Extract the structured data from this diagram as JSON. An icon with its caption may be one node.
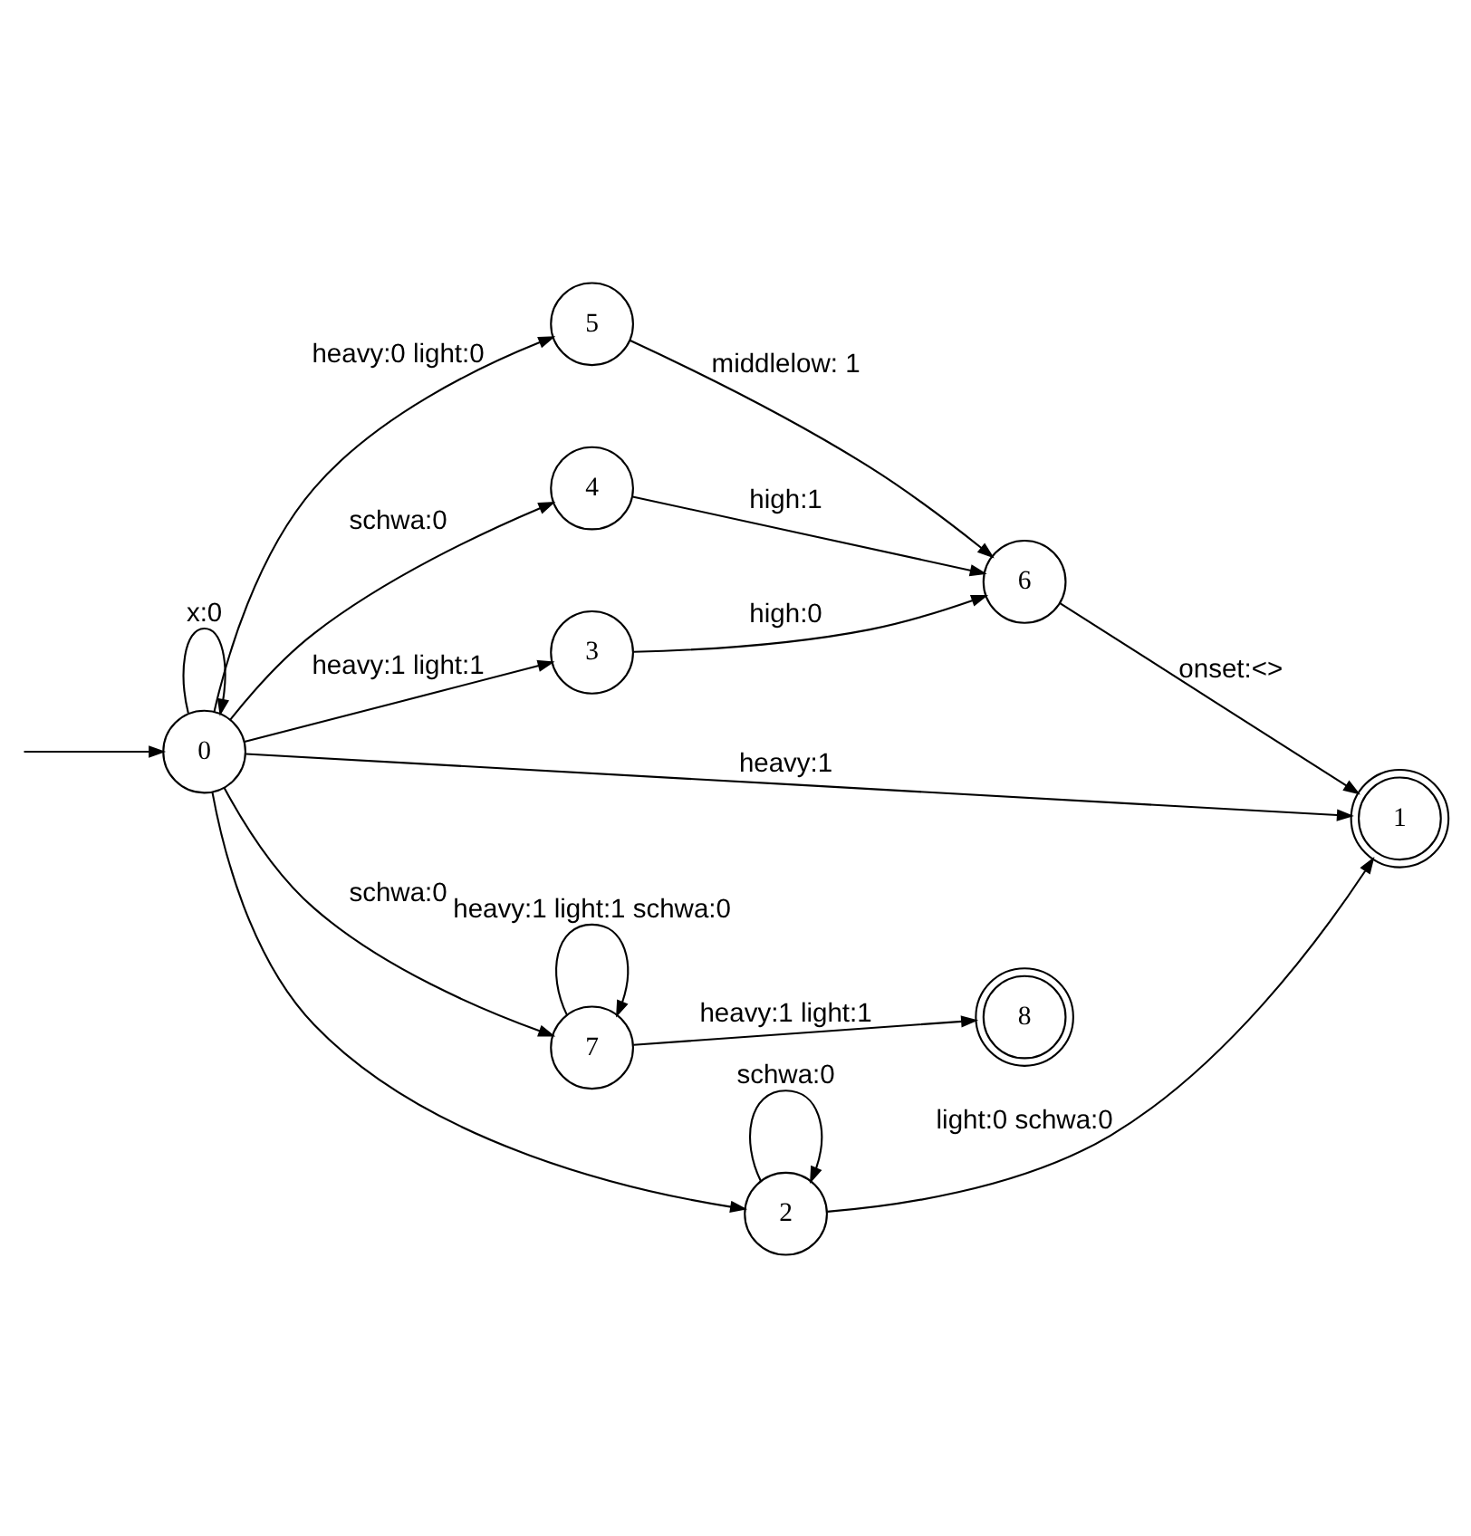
{
  "diagram": {
    "nodes": [
      {
        "text": [
          "0"
        ]
      },
      {
        "text": [
          "1"
        ]
      },
      {
        "text": [
          "2"
        ]
      },
      {
        "text": [
          "3"
        ]
      },
      {
        "text": [
          "4"
        ]
      },
      {
        "text": [
          "5"
        ]
      },
      {
        "text": [
          "6"
        ]
      },
      {
        "text": [
          "7"
        ]
      },
      {
        "text": [
          "8"
        ]
      }
    ],
    "edges": [
      {
        "from": null,
        "to": 0,
        "arrow": "to"
      },
      {
        "from": 0,
        "to": 0,
        "arrow": "to",
        "label": "x:0"
      },
      {
        "from": 0,
        "to": 5,
        "arrow": "to",
        "label": "heavy:0 light:0"
      },
      {
        "from": 0,
        "to": 4,
        "arrow": "to",
        "label": "schwa:0"
      },
      {
        "from": 0,
        "to": 3,
        "arrow": "to",
        "label": "heavy:1 light:1"
      },
      {
        "from": 0,
        "to": 1,
        "arrow": "to",
        "label": "heavy:1"
      },
      {
        "from": 0,
        "to": 7,
        "arrow": "to",
        "label": "schwa:0"
      },
      {
        "from": 0,
        "to": 2,
        "arrow": "to"
      },
      {
        "from": 5,
        "to": 6,
        "arrow": "to",
        "label": "middlelow: 1"
      },
      {
        "from": 4,
        "to": 6,
        "arrow": "to",
        "label": "high:1"
      },
      {
        "from": 3,
        "to": 6,
        "arrow": "to",
        "label": "high:0"
      },
      {
        "from": 6,
        "to": 1,
        "arrow": "to",
        "label": "onset:<>"
      },
      {
        "from": 2,
        "to": 1,
        "arrow": "to",
        "label": "light:0 schwa:0"
      },
      {
        "from": 2,
        "to": 2,
        "arrow": "to",
        "label": "schwa:0"
      },
      {
        "from": 7,
        "to": 7,
        "arrow": "to",
        "label": "heavy:1 light:1 schwa:0"
      },
      {
        "from": 7,
        "to": 8,
        "arrow": "to",
        "label": "heavy:1 light:1"
      }
    ]
  }
}
